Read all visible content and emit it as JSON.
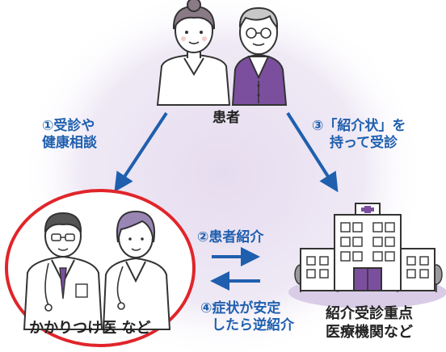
{
  "patient": {
    "label": "患者"
  },
  "step1": {
    "line1": "①受診や",
    "line2": "健康相談"
  },
  "step2": {
    "label": "②患者紹介"
  },
  "step3": {
    "line1": "③「紹介状」を",
    "line2": "持って受診"
  },
  "step4": {
    "line1": "④症状が安定",
    "line2": "したら逆紹介"
  },
  "clinic": {
    "label": "かかりつけ医 など"
  },
  "hospital": {
    "line1": "紹介受診重点",
    "line2": "医療機関など"
  },
  "colors": {
    "arrow_blue": "#1f5fae",
    "circle_red": "#e0252b",
    "purple": "#7b4f9e",
    "halo": "#ebe3f2"
  }
}
